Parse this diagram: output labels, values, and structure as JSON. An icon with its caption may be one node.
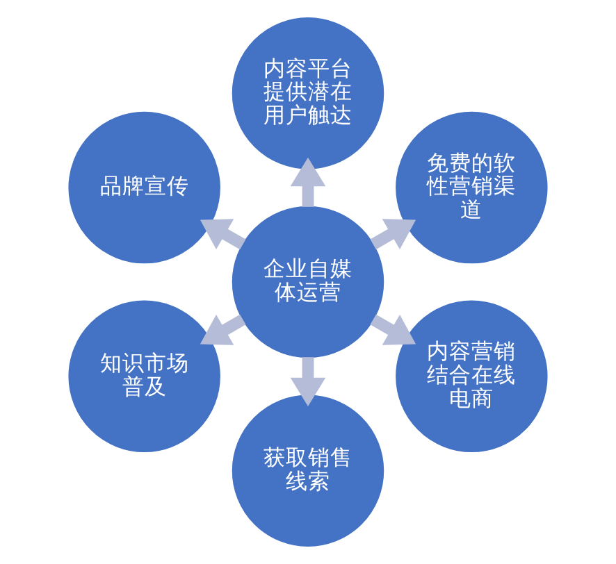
{
  "diagram": {
    "nodes": [
      {
        "text": [
          "内容平台提供潜在用户触达"
        ]
      },
      {
        "text": [
          "品牌宣传"
        ]
      },
      {
        "text": [
          "免费的软性营销渠道"
        ]
      },
      {
        "text": [
          "企业自媒体运营"
        ]
      },
      {
        "text": [
          "知识市场普及"
        ]
      },
      {
        "text": [
          "内容营销结合在线电商"
        ]
      },
      {
        "text": [
          "获取销售线索"
        ]
      }
    ],
    "edges": [
      {
        "from": 3,
        "to": 0,
        "arrow": "to"
      },
      {
        "from": 3,
        "to": 2,
        "arrow": "to"
      },
      {
        "from": 3,
        "to": 5,
        "arrow": "to"
      },
      {
        "from": 3,
        "to": 6,
        "arrow": "to"
      },
      {
        "from": 3,
        "to": 4,
        "arrow": "to"
      },
      {
        "from": 3,
        "to": 1,
        "arrow": "to"
      }
    ]
  }
}
